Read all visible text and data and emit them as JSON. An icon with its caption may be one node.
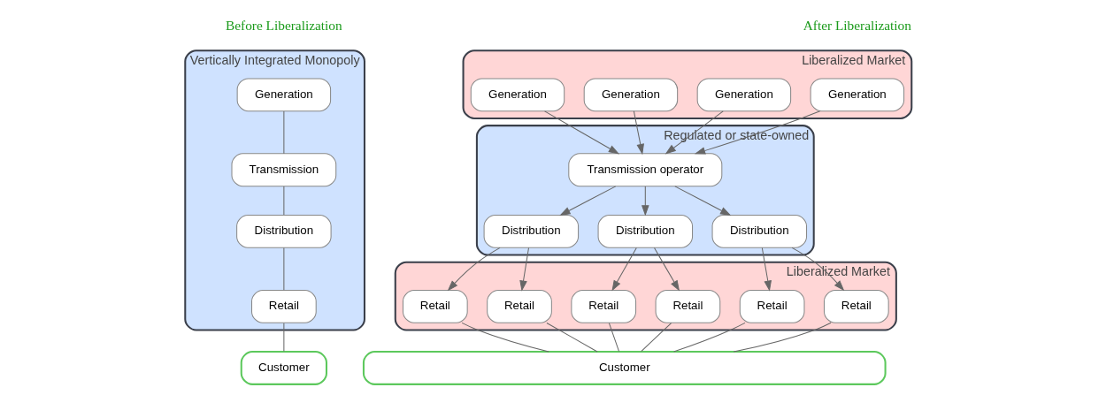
{
  "diagram": {
    "nodes": [
      {
        "text": [
          "Vertically Integrated Monopoly"
        ]
      },
      {
        "text": [
          "Generation"
        ],
        "in": 0
      },
      {
        "text": [
          "Transmission"
        ],
        "in": 0
      },
      {
        "text": [
          "Distribution"
        ],
        "in": 0
      },
      {
        "text": [
          "Retail"
        ],
        "in": 0
      },
      {
        "text": [
          "Customer"
        ]
      },
      {
        "text": [
          "Liberalized Market"
        ]
      },
      {
        "text": [
          "Generation"
        ],
        "in": 6
      },
      {
        "text": [
          "Generation"
        ],
        "in": 6
      },
      {
        "text": [
          "Generation"
        ],
        "in": 6
      },
      {
        "text": [
          "Generation"
        ],
        "in": 6
      },
      {
        "text": [
          "Regulated or state-owned"
        ]
      },
      {
        "text": [
          "Transmission operator"
        ],
        "in": 11
      },
      {
        "text": [
          "Distribution"
        ],
        "in": 11
      },
      {
        "text": [
          "Distribution"
        ],
        "in": 11
      },
      {
        "text": [
          "Distribution"
        ],
        "in": 11
      },
      {
        "text": [
          "Liberalized Market"
        ]
      },
      {
        "text": [
          "Retail"
        ],
        "in": 16
      },
      {
        "text": [
          "Retail"
        ],
        "in": 16
      },
      {
        "text": [
          "Retail"
        ],
        "in": 16
      },
      {
        "text": [
          "Retail"
        ],
        "in": 16
      },
      {
        "text": [
          "Retail"
        ],
        "in": 16
      },
      {
        "text": [
          "Retail"
        ],
        "in": 16
      },
      {
        "text": [
          "Customer"
        ]
      }
    ],
    "edges": [
      {
        "from": 1,
        "to": 2,
        "arrow": "none"
      },
      {
        "from": 2,
        "to": 3,
        "arrow": "none"
      },
      {
        "from": 3,
        "to": 4,
        "arrow": "none"
      },
      {
        "from": 4,
        "to": 5,
        "arrow": "none"
      },
      {
        "from": 7,
        "to": 12,
        "arrow": "to"
      },
      {
        "from": 8,
        "to": 12,
        "arrow": "to"
      },
      {
        "from": 9,
        "to": 12,
        "arrow": "to"
      },
      {
        "from": 10,
        "to": 12,
        "arrow": "to"
      },
      {
        "from": 12,
        "to": 13,
        "arrow": "to"
      },
      {
        "from": 12,
        "to": 14,
        "arrow": "to"
      },
      {
        "from": 12,
        "to": 15,
        "arrow": "to"
      },
      {
        "from": 13,
        "to": 17,
        "arrow": "to"
      },
      {
        "from": 13,
        "to": 18,
        "arrow": "to"
      },
      {
        "from": 14,
        "to": 19,
        "arrow": "to"
      },
      {
        "from": 14,
        "to": 20,
        "arrow": "to"
      },
      {
        "from": 15,
        "to": 21,
        "arrow": "to"
      },
      {
        "from": 15,
        "to": 22,
        "arrow": "to"
      },
      {
        "from": 17,
        "to": 23,
        "arrow": "none"
      },
      {
        "from": 18,
        "to": 23,
        "arrow": "none"
      },
      {
        "from": 19,
        "to": 23,
        "arrow": "none"
      },
      {
        "from": 20,
        "to": 23,
        "arrow": "none"
      },
      {
        "from": 21,
        "to": 23,
        "arrow": "none"
      },
      {
        "from": 22,
        "to": 23,
        "arrow": "none"
      }
    ],
    "labels": [
      "Before Liberalization",
      "After Liberalization"
    ]
  }
}
